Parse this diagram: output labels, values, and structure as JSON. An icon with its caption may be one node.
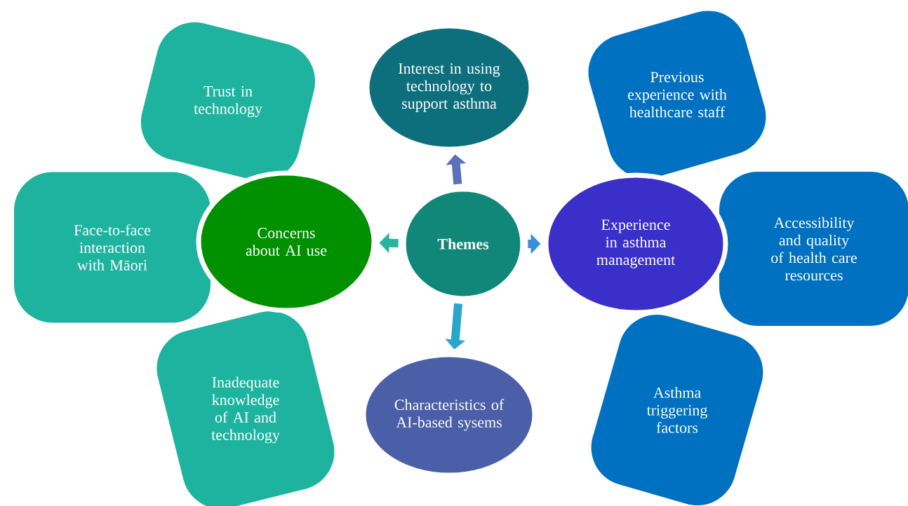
{
  "diagram": {
    "nodes": [
      {
        "text": [
          "Trust in technology"
        ]
      },
      {
        "text": [
          "Interest in using technology to support asthma"
        ]
      },
      {
        "text": [
          "Previous experience with healthcare staff"
        ]
      },
      {
        "text": [
          "Face-to-face interaction with Māori"
        ]
      },
      {
        "text": [
          "Concerns about AI use"
        ]
      },
      {
        "text": [
          "Themes"
        ]
      },
      {
        "text": [
          "Experience in asthma management"
        ]
      },
      {
        "text": [
          "Accessibility and quality of health care resources"
        ]
      },
      {
        "text": [
          "Inadequate knowledge of AI and technology"
        ]
      },
      {
        "text": [
          "Characteristics of AI-based sysems"
        ]
      },
      {
        "text": [
          "Asthma triggering factors"
        ]
      }
    ],
    "edges": [
      {
        "from": 5,
        "to": 1,
        "arrow": "to",
        "color": "#5b72b8"
      },
      {
        "from": 5,
        "to": 4,
        "arrow": "to",
        "color": "#25b4a0"
      },
      {
        "from": 5,
        "to": 6,
        "arrow": "to",
        "color": "#3a8fd6"
      },
      {
        "from": 5,
        "to": 9,
        "arrow": "to",
        "color": "#2aa6cc"
      }
    ]
  }
}
